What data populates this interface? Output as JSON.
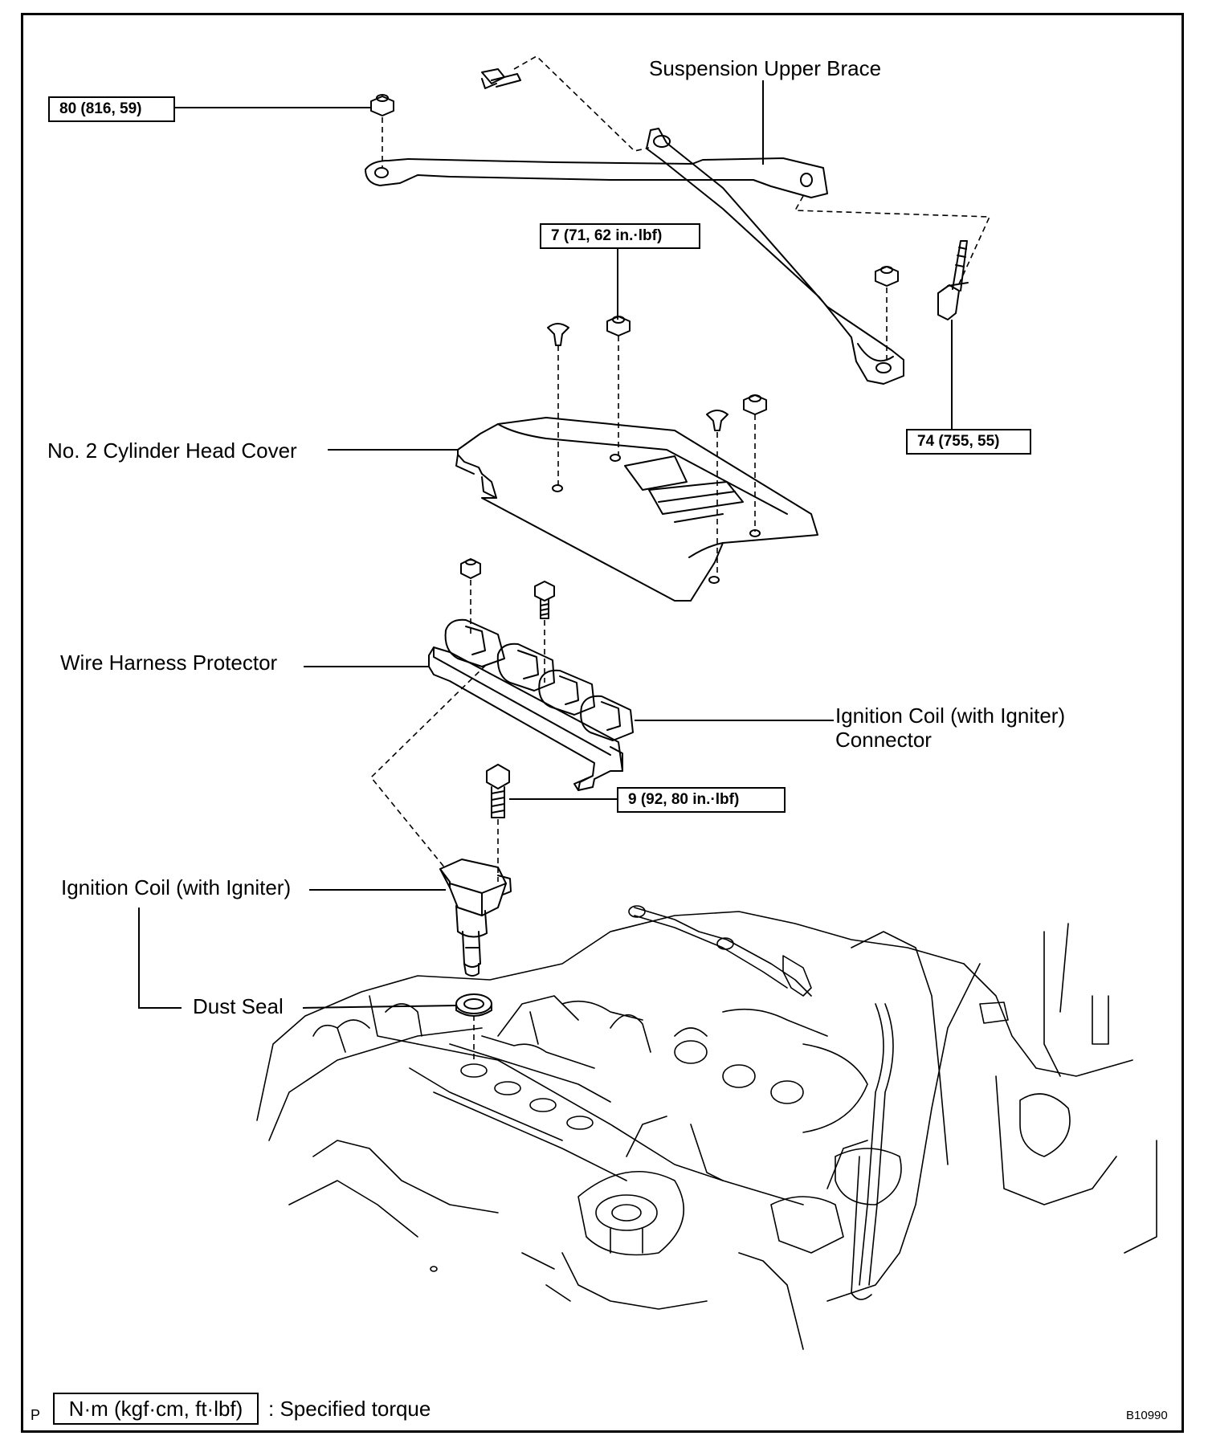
{
  "labels": {
    "suspension_upper_brace": "Suspension Upper Brace",
    "no2_cylinder_head_cover": "No. 2 Cylinder Head Cover",
    "wire_harness_protector": "Wire Harness Protector",
    "ignition_coil_connector_line1": "Ignition Coil (with Igniter)",
    "ignition_coil_connector_line2": "Connector",
    "ignition_coil": "Ignition Coil (with Igniter)",
    "dust_seal": "Dust Seal"
  },
  "torque_specs": [
    {
      "id": "brace-nut",
      "value": "80 (816, 59)"
    },
    {
      "id": "cover-nut",
      "value": "7 (71, 62 in.·lbf)"
    },
    {
      "id": "brace-bolt",
      "value": "74 (755, 55)"
    },
    {
      "id": "coil-bolt",
      "value": "9 (92, 80 in.·lbf)"
    }
  ],
  "legend": {
    "unit_box": "N·m (kgf·cm, ft·lbf)",
    "description": ": Specified torque",
    "prefix": "P"
  },
  "figure_code": "B10990"
}
